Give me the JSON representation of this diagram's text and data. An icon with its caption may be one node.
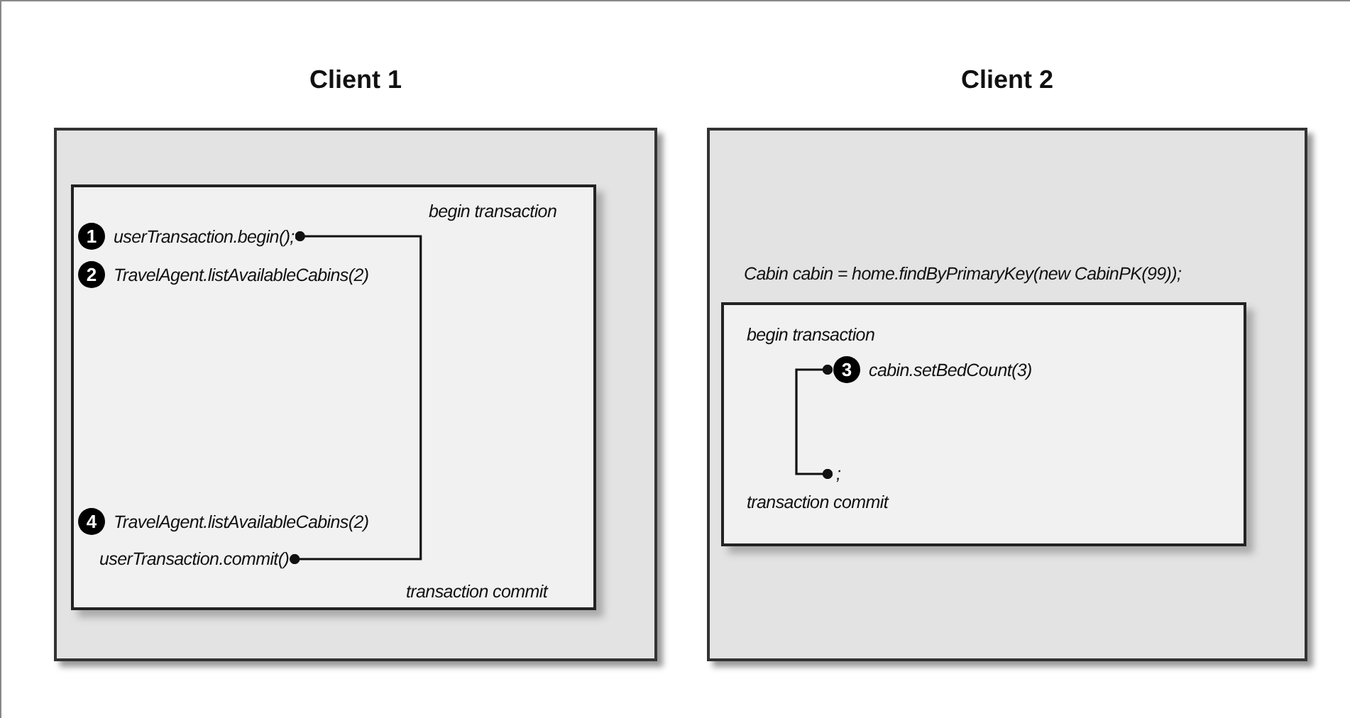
{
  "diagram": {
    "nodes": [
      {
        "text": [
          "Client 1"
        ]
      },
      {
        "text": [
          "begin transaction",
          "transaction commit"
        ],
        "in": 0
      },
      {
        "text": [
          "1",
          "userTransaction.begin();"
        ],
        "in": 1
      },
      {
        "text": [
          "2",
          "TravelAgent.listAvailableCabins(2)"
        ],
        "in": 1
      },
      {
        "text": [
          "4",
          "TravelAgent.listAvailableCabins(2)"
        ],
        "in": 1
      },
      {
        "text": [
          "userTransaction.commit()"
        ],
        "in": 1
      },
      {
        "text": [
          "Client 2",
          "Cabin cabin = home.findByPrimaryKey(new CabinPK(99));"
        ]
      },
      {
        "text": [
          "begin transaction",
          "transaction commit"
        ],
        "in": 6
      },
      {
        "text": [
          "3",
          "cabin.setBedCount(3)"
        ],
        "in": 7
      },
      {
        "text": [
          ";"
        ],
        "in": 7
      }
    ],
    "edges": [
      {
        "from": 2,
        "to": 5,
        "arrow": "other"
      },
      {
        "from": 8,
        "to": 9,
        "arrow": "other"
      }
    ]
  }
}
